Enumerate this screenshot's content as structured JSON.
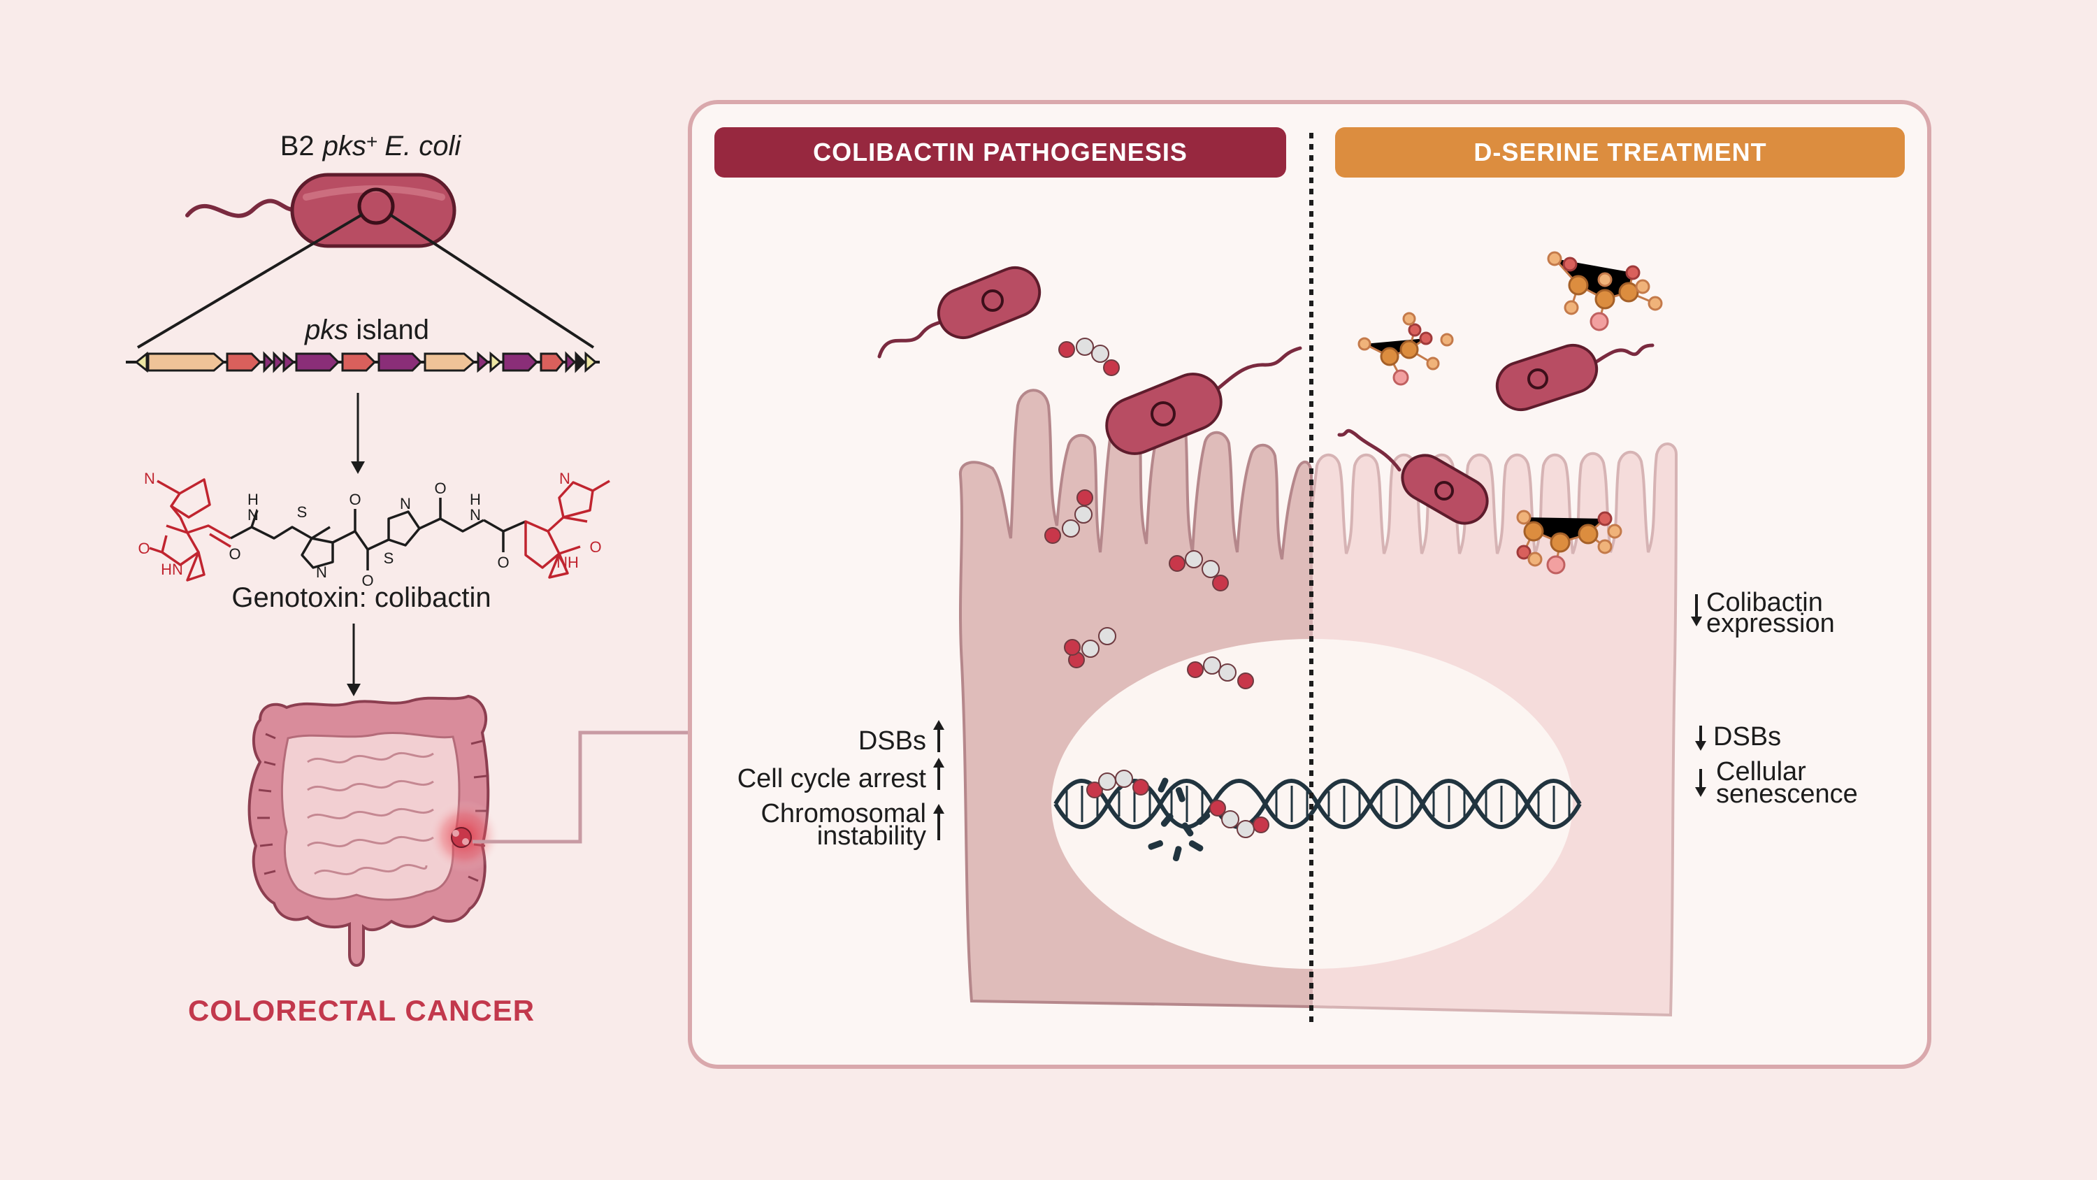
{
  "left": {
    "bacterium_label_prefix": "B2",
    "bacterium_label_pks": "pks",
    "bacterium_label_plus": "+",
    "bacterium_label_species": "E. coli",
    "island_label_italic": "pks",
    "island_label_rest": " island",
    "toxin_label": "Genotoxin: colibactin",
    "outcome_label": "COLORECTAL CANCER",
    "molecule_atoms": {
      "n_left": "N",
      "o_left": "O",
      "hn_left": "HN",
      "o_amide_left": "O",
      "h_left": "H",
      "n_amide_left": "N",
      "n_thiazole_1": "N",
      "s_thiazole_1": "S",
      "o_keto_1": "O",
      "o_keto_2": "O",
      "s_thiazole_2": "S",
      "n_thiazole_2": "N",
      "o_amide_right": "O",
      "h_right": "H",
      "n_amide_right": "N",
      "o_right_amide": "O",
      "n_right": "N",
      "o_right": "O",
      "nh_right": "NH"
    }
  },
  "panel": {
    "header_left": "COLIBACTIN PATHOGENESIS",
    "header_right": "D-SERINE TREATMENT",
    "effects_left": [
      "DSBs",
      "Cell cycle arrest",
      "Chromosomal",
      "instability"
    ],
    "effects_right": [
      "Colibactin",
      "expression",
      "DSBs",
      "Cellular",
      "senescence"
    ]
  },
  "colors": {
    "background": "#f9ebea",
    "pathogenesis_header": "#97283f",
    "dserine_header": "#dc8d3f",
    "bacterium": "#b84d63",
    "cancer_text": "#c2384c",
    "molecule_red": "#c0242f",
    "cell_left": "#dfbcba",
    "cell_right": "#f5dcdb",
    "nucleus": "#fcf5f2",
    "dna": "#21343f",
    "gene_orange": "#efc398",
    "gene_red": "#d9605c",
    "gene_purple": "#8a2e78",
    "gene_yellow": "#ede6a3"
  },
  "icons": [
    "bacterium-icon",
    "pks-gene-cluster-icon",
    "colibactin-structure-icon",
    "colon-icon",
    "tumor-icon",
    "intestinal-cell-icon",
    "dna-helix-icon",
    "colibactin-molecule-icon",
    "d-serine-molecule-icon",
    "arrow-up-icon",
    "arrow-down-icon"
  ]
}
